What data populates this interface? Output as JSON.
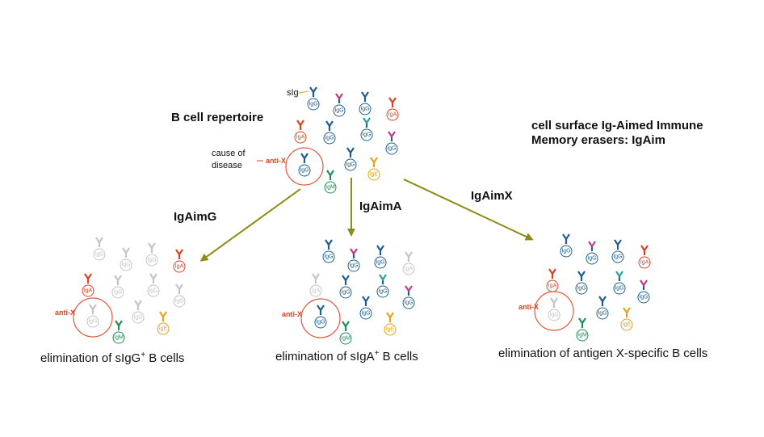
{
  "colors": {
    "IgG": "#1f5e8e",
    "IgA": "#e0411f",
    "IgM": "#1f8c5a",
    "IgE": "#e8a21b",
    "faded": "#c4c4c4",
    "arrow": "#8c8c14",
    "highlight_circle": "#e05a3f",
    "anti_x_text": "#e0411f",
    "arm_alt_pink": "#c03a8a",
    "arm_alt_teal": "#2aa198"
  },
  "titles": {
    "repertoire": "B cell repertoire",
    "aim_line1": "cell surface Ig-Aimed Immune",
    "aim_line2": "Memory erasers: IgAim"
  },
  "labels": {
    "sig": "sIg",
    "cause_line1": "cause of",
    "cause_line2": "disease",
    "anti_x": "anti-X"
  },
  "arrows": {
    "left": "IgAimG",
    "middle": "IgAimA",
    "right": "IgAimX"
  },
  "captions": {
    "left_prefix": "elimination of sIgG",
    "left_sup": "+",
    "left_suffix": " B cells",
    "middle_prefix": "elimination of sIgA",
    "middle_sup": "+",
    "middle_suffix": " B cells",
    "right": "elimination of antigen X-specific B cells"
  },
  "cell_types": [
    "IgG",
    "IgA",
    "IgM",
    "IgE"
  ],
  "panels": {
    "repertoire": {
      "cells": [
        {
          "type": "IgG",
          "state": "present"
        },
        {
          "type": "IgG",
          "state": "present"
        },
        {
          "type": "IgG",
          "state": "present"
        },
        {
          "type": "IgA",
          "state": "present"
        },
        {
          "type": "IgA",
          "state": "present"
        },
        {
          "type": "IgG",
          "state": "present"
        },
        {
          "type": "IgG",
          "state": "present"
        },
        {
          "type": "IgG",
          "state": "present"
        },
        {
          "type": "IgG",
          "state": "present"
        },
        {
          "type": "IgE",
          "state": "present"
        },
        {
          "type": "IgM",
          "state": "present"
        },
        {
          "type": "IgG",
          "state": "present",
          "special": "anti-X"
        }
      ]
    },
    "igaimg": {
      "cells": [
        {
          "type": "IgG",
          "state": "eliminated"
        },
        {
          "type": "IgG",
          "state": "eliminated"
        },
        {
          "type": "IgG",
          "state": "eliminated"
        },
        {
          "type": "IgA",
          "state": "present"
        },
        {
          "type": "IgA",
          "state": "present"
        },
        {
          "type": "IgG",
          "state": "eliminated"
        },
        {
          "type": "IgG",
          "state": "eliminated"
        },
        {
          "type": "IgG",
          "state": "eliminated"
        },
        {
          "type": "IgG",
          "state": "eliminated"
        },
        {
          "type": "IgE",
          "state": "present"
        },
        {
          "type": "IgM",
          "state": "present"
        },
        {
          "type": "IgG",
          "state": "eliminated",
          "special": "anti-X"
        }
      ]
    },
    "igaima": {
      "cells": [
        {
          "type": "IgG",
          "state": "present"
        },
        {
          "type": "IgG",
          "state": "present"
        },
        {
          "type": "IgG",
          "state": "present"
        },
        {
          "type": "IgA",
          "state": "eliminated"
        },
        {
          "type": "IgA",
          "state": "eliminated"
        },
        {
          "type": "IgG",
          "state": "present"
        },
        {
          "type": "IgG",
          "state": "present"
        },
        {
          "type": "IgG",
          "state": "present"
        },
        {
          "type": "IgG",
          "state": "present"
        },
        {
          "type": "IgE",
          "state": "present"
        },
        {
          "type": "IgM",
          "state": "present"
        },
        {
          "type": "IgG",
          "state": "present",
          "special": "anti-X"
        }
      ]
    },
    "igaimx": {
      "cells": [
        {
          "type": "IgG",
          "state": "present"
        },
        {
          "type": "IgG",
          "state": "present"
        },
        {
          "type": "IgG",
          "state": "present"
        },
        {
          "type": "IgA",
          "state": "present"
        },
        {
          "type": "IgA",
          "state": "present"
        },
        {
          "type": "IgG",
          "state": "present"
        },
        {
          "type": "IgG",
          "state": "present"
        },
        {
          "type": "IgG",
          "state": "present"
        },
        {
          "type": "IgG",
          "state": "present"
        },
        {
          "type": "IgE",
          "state": "present"
        },
        {
          "type": "IgM",
          "state": "present"
        },
        {
          "type": "IgG",
          "state": "eliminated",
          "special": "anti-X"
        }
      ]
    }
  }
}
